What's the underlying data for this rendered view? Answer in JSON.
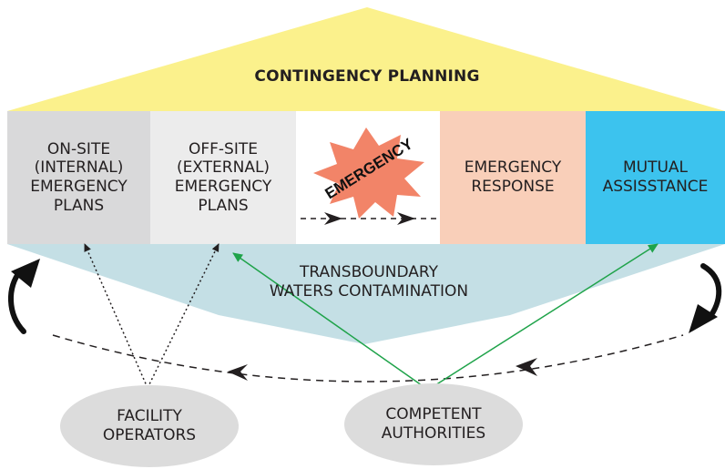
{
  "diagram": {
    "roof_title": "CONTINGENCY PLANNING",
    "columns": [
      {
        "label": "ON-SITE\n(INTERNAL)\nEMERGENCY\nPLANS",
        "fill": "#d9d9da"
      },
      {
        "label": "OFF-SITE\n(EXTERNAL)\nEMERGENCY\nPLANS",
        "fill": "#ececec"
      },
      {
        "label": "",
        "fill": "#ffffff"
      },
      {
        "label": "EMERGENCY\nRESPONSE",
        "fill": "#f9cfb9"
      },
      {
        "label": "MUTUAL\nASSISSTANCE",
        "fill": "#3cc3ee"
      }
    ],
    "burst_label": "EMERGENCY",
    "base_label": "TRANSBOUNDARY\nWATERS CONTAMINATION",
    "actors": [
      {
        "label": "FACILITY\nOPERATORS"
      },
      {
        "label": "COMPETENT\nAUTHORITIES"
      }
    ],
    "colors": {
      "roof": "#fbf18c",
      "base": "#c4dfe5",
      "burst": "#f28468",
      "ellipse": "#dcdcdc",
      "green_arrow": "#1fa34a",
      "dashed": "#231f20"
    }
  }
}
